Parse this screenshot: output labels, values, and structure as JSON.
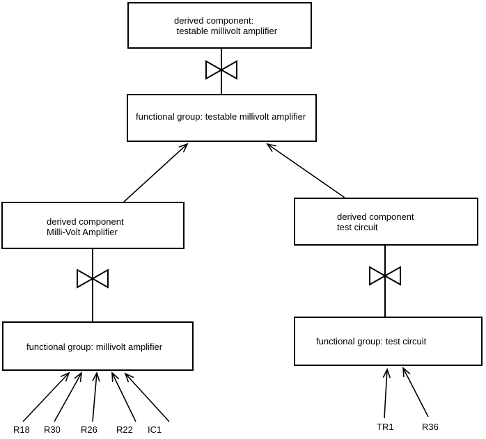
{
  "diagram": {
    "boxes": {
      "top_derived": {
        "label": "derived component:\n testable millivolt amplifier"
      },
      "fg_testable": {
        "label": "functional group: testable millivolt amplifier"
      },
      "derived_mva": {
        "label": "derived component\nMilli-Volt Amplifier"
      },
      "derived_tc": {
        "label": "derived component\ntest circuit"
      },
      "fg_mva": {
        "label": "functional group: millivolt amplifier"
      },
      "fg_tc": {
        "label": "functional group: test circuit"
      }
    },
    "components": {
      "r18": "R18",
      "r30": "R30",
      "r26": "R26",
      "r22": "R22",
      "ic1": "IC1",
      "tr1": "TR1",
      "r36": "R36"
    },
    "colors": {
      "line": "#000000",
      "background": "#ffffff",
      "text": "#000000"
    }
  }
}
